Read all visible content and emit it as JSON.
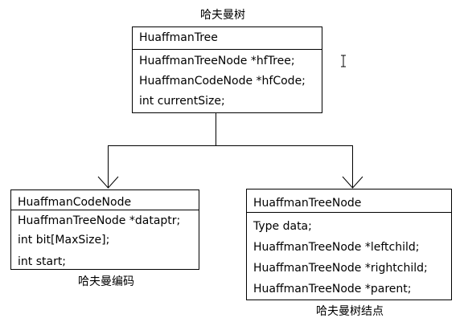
{
  "captions": {
    "tree": "哈夫曼树",
    "code": "哈夫曼编码",
    "node": "哈夫曼树结点"
  },
  "boxes": {
    "tree": {
      "name": "HuaffmanTree",
      "fields": [
        "HuaffmanTreeNode *hfTree;",
        "HuaffmanCodeNode *hfCode;",
        "int currentSize;"
      ]
    },
    "code": {
      "name": "HuaffmanCodeNode",
      "fields": [
        "HuaffmanTreeNode *dataptr;",
        "int bit[MaxSize];",
        "int start;"
      ]
    },
    "node": {
      "name": "HuaffmanTreeNode",
      "fields": [
        "Type data;",
        "HuaffmanTreeNode *leftchild;",
        "HuaffmanTreeNode *rightchild;",
        "HuaffmanTreeNode *parent;"
      ]
    }
  }
}
